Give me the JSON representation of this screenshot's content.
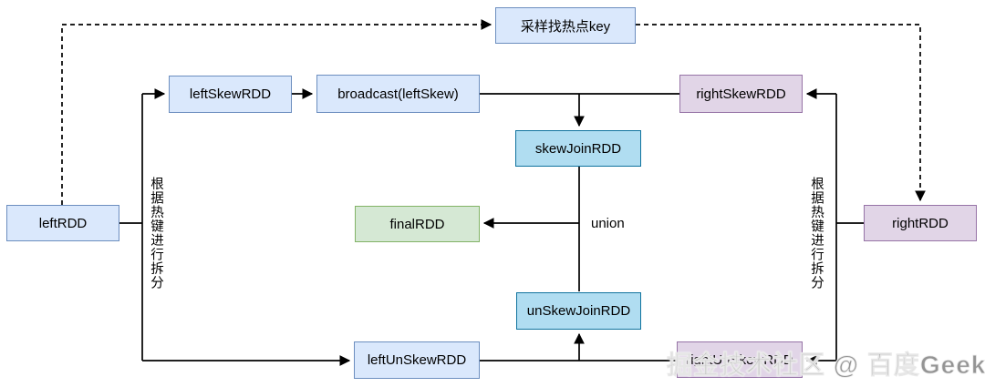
{
  "nodes": {
    "sample_key": "采样找热点key",
    "left_rdd": "leftRDD",
    "left_skew_rdd": "leftSkewRDD",
    "broadcast_left_skew": "broadcast(leftSkew)",
    "right_skew_rdd": "rightSkewRDD",
    "skew_join_rdd": "skewJoinRDD",
    "final_rdd": "finalRDD",
    "right_rdd": "rightRDD",
    "un_skew_join_rdd": "unSkewJoinRDD",
    "left_un_skew_rdd": "leftUnSkewRDD",
    "right_un_skew_rdd": "rightUnSkewRDD"
  },
  "edge_labels": {
    "union": "union",
    "left_split_note": "根据热键进行拆分",
    "right_split_note": "根据热键进行拆分"
  },
  "watermark": "掘金技术社区 @ 百度Geek说",
  "colors": {
    "blue-fill": "#dae8fc",
    "blue-stroke": "#6c8ebf",
    "purple-fill": "#e1d5e7",
    "purple-stroke": "#9673a6",
    "cyan-fill": "#b0ddf1",
    "cyan-stroke": "#10739e",
    "green-fill": "#d5e8d4",
    "green-stroke": "#82b366",
    "line": "#000000"
  }
}
